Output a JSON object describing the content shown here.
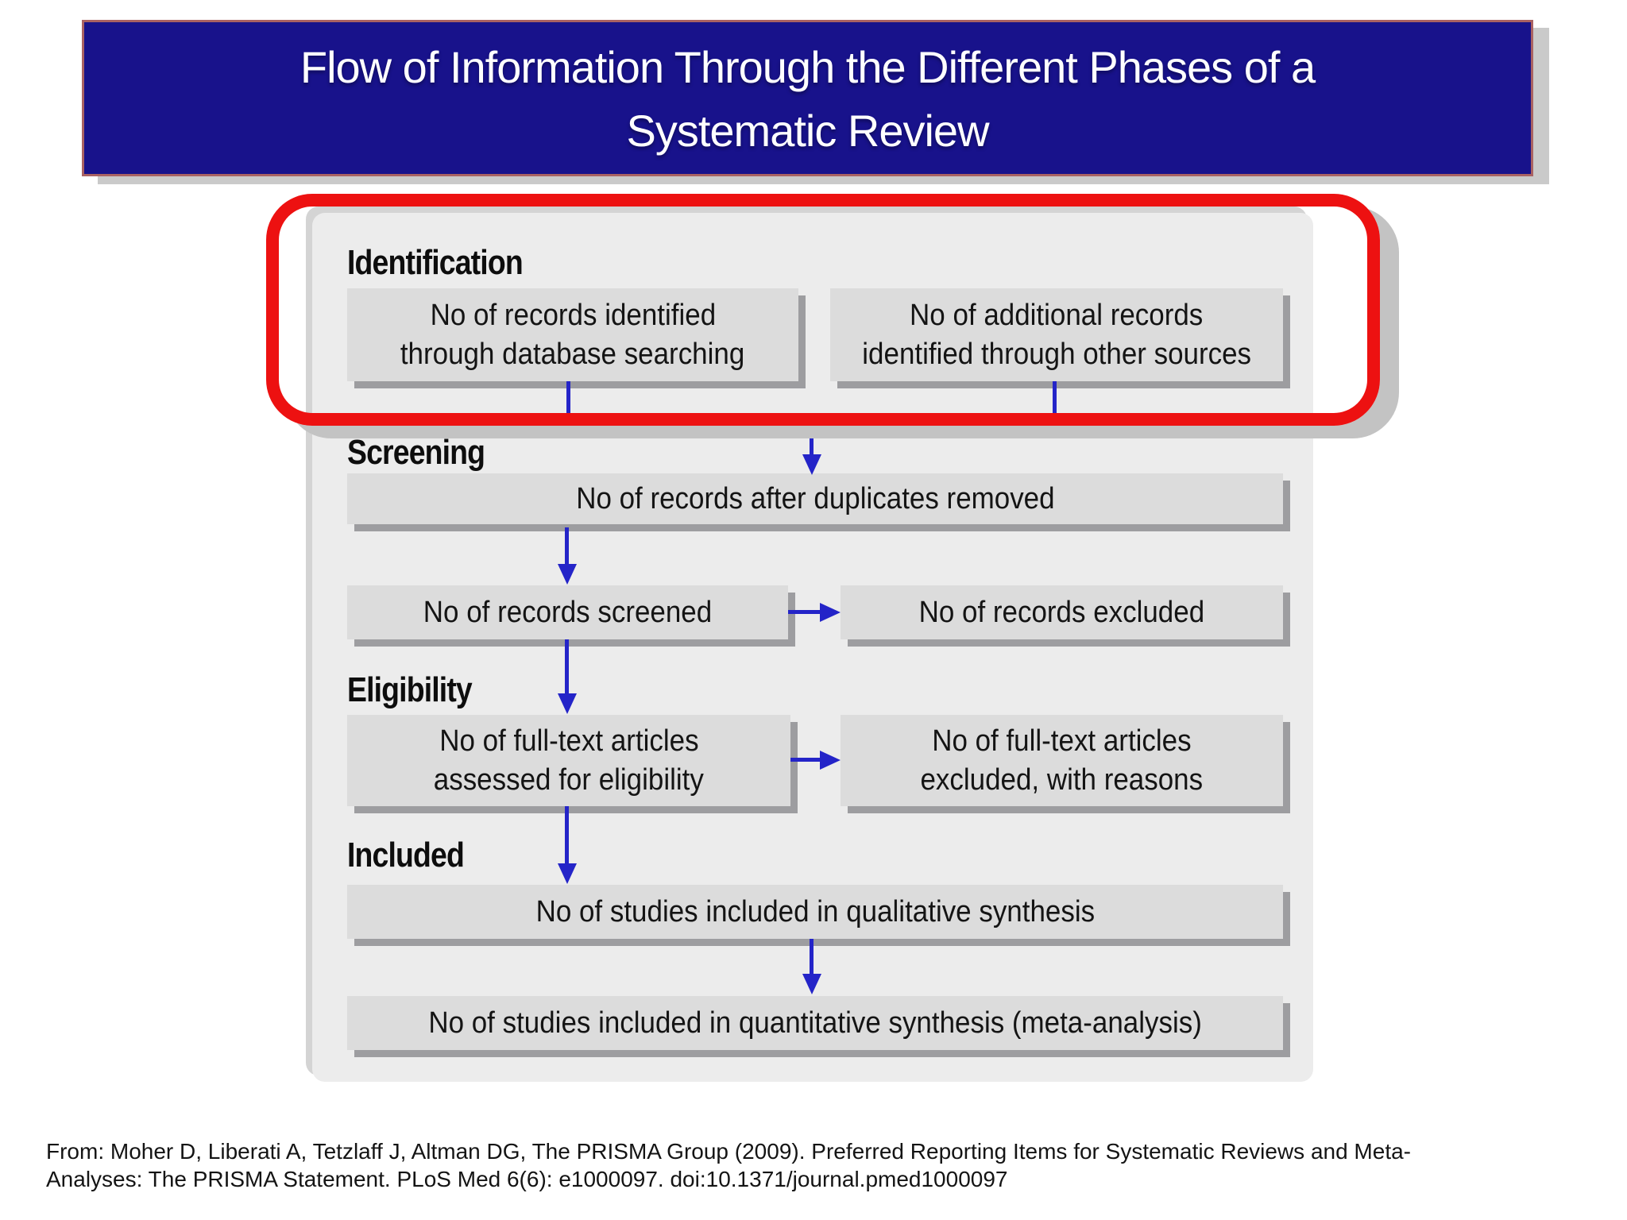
{
  "slide": {
    "title": {
      "line1": "Flow of Information Through the Different Phases of a",
      "line2": "Systematic Review"
    }
  },
  "flowchart": {
    "phases": [
      {
        "id": "identification",
        "label": "Identification"
      },
      {
        "id": "screening",
        "label": "Screening"
      },
      {
        "id": "eligibility",
        "label": "Eligibility"
      },
      {
        "id": "included",
        "label": "Included"
      }
    ],
    "boxes": {
      "records_identified": {
        "line1": "No of records identified",
        "line2": "through database searching"
      },
      "additional_records": {
        "line1": "No of additional records",
        "line2": "identified through other sources"
      },
      "duplicates_removed": {
        "line1": "No of records after duplicates removed"
      },
      "records_screened": {
        "line1": "No of records screened"
      },
      "records_excluded": {
        "line1": "No of records excluded"
      },
      "fulltext_assessed": {
        "line1": "No of full-text articles",
        "line2": "assessed for eligibility"
      },
      "fulltext_excluded": {
        "line1": "No of full-text articles",
        "line2": "excluded, with reasons"
      },
      "qualitative_synthesis": {
        "line1": "No of studies included in qualitative synthesis"
      },
      "quantitative_synthesis": {
        "line1": "No of studies included in quantitative synthesis (meta-analysis)"
      }
    }
  },
  "citation": {
    "line1": "From: Moher D, Liberati A, Tetzlaff J, Altman DG, The PRISMA Group (2009). Preferred Reporting Items for Systematic Reviews and Meta-",
    "line2": "Analyses: The PRISMA Statement. PLoS Med 6(6): e1000097. doi:10.1371/journal.pmed1000097"
  },
  "colors": {
    "title_banner_bg": "#18128b",
    "banner_border": "#aa6263",
    "highlight_ring_red": "#ed1111",
    "arrow_blue": "#2424c8",
    "panel_bg": "#ececec",
    "box_fill": "#dcdcdc",
    "box_shadow": "#9d9da0",
    "title_text": "#ffffff",
    "body_text": "#141414"
  }
}
